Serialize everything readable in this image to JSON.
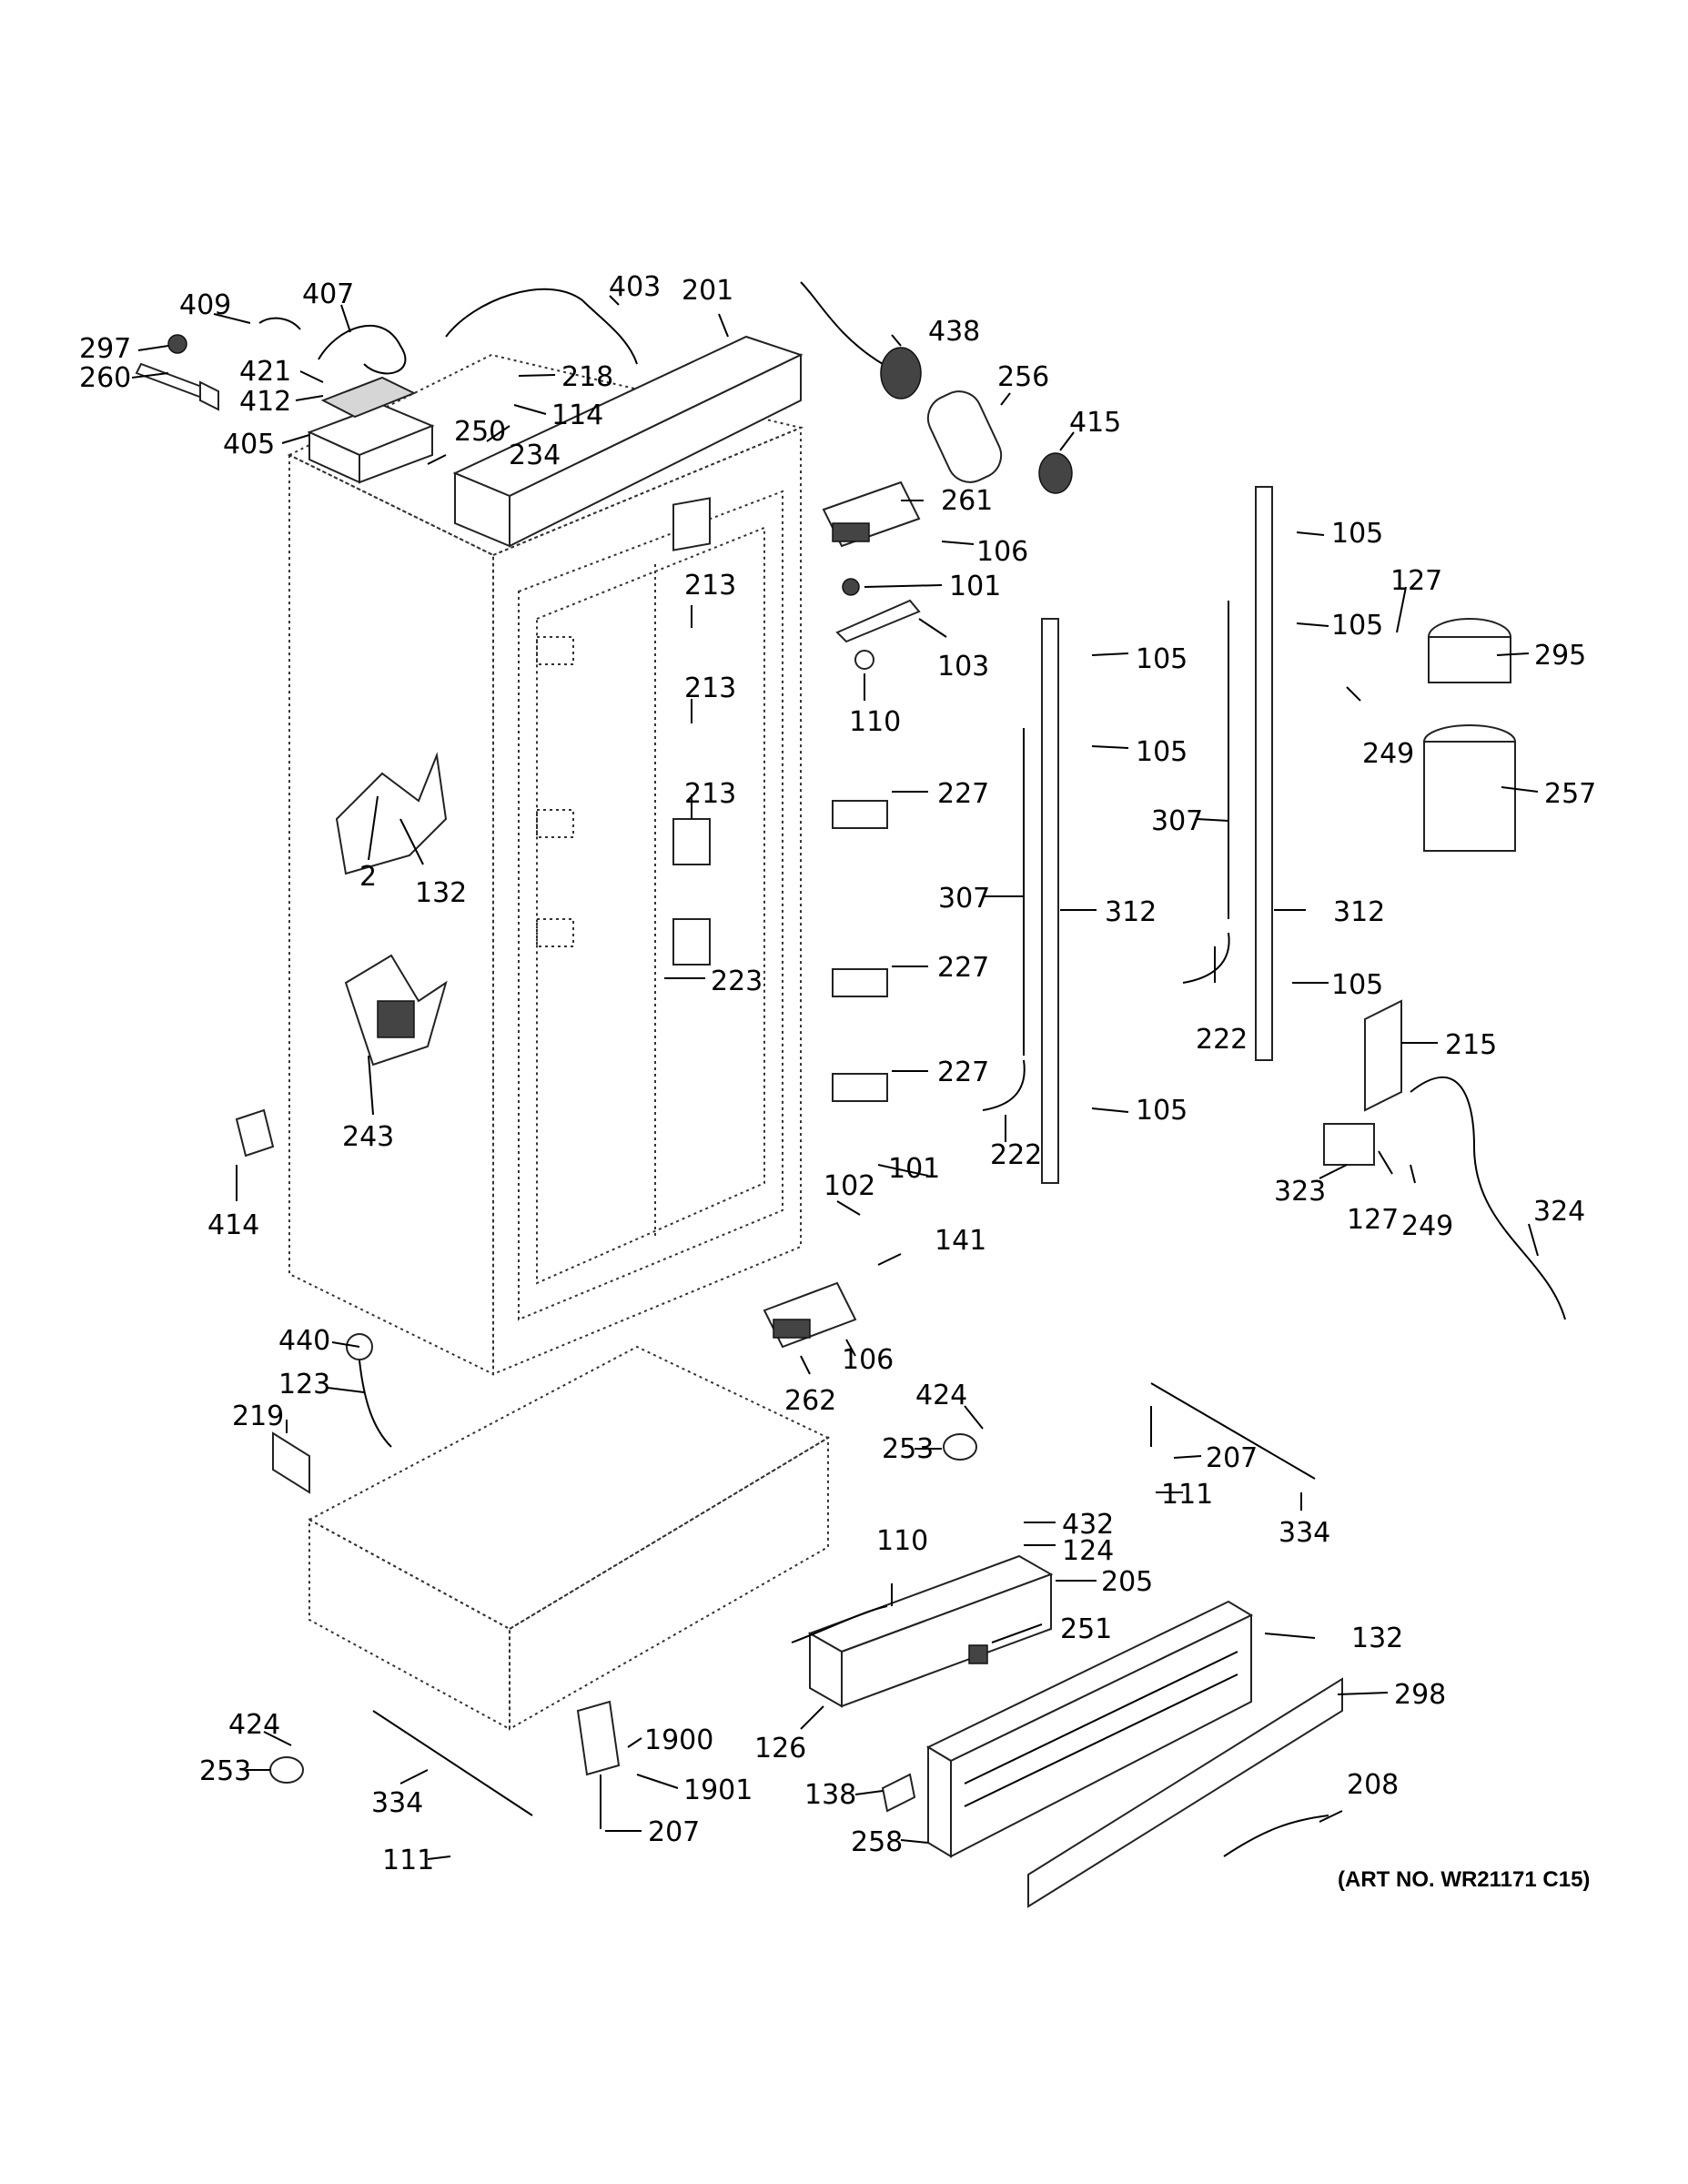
{
  "diagram": {
    "art_number": "(ART NO. WR21171 C15)",
    "callouts": [
      {
        "id": "409",
        "label": "409"
      },
      {
        "id": "407",
        "label": "407"
      },
      {
        "id": "403",
        "label": "403"
      },
      {
        "id": "201",
        "label": "201"
      },
      {
        "id": "297",
        "label": "297"
      },
      {
        "id": "260",
        "label": "260"
      },
      {
        "id": "421",
        "label": "421"
      },
      {
        "id": "412",
        "label": "412"
      },
      {
        "id": "405",
        "label": "405"
      },
      {
        "id": "218",
        "label": "218"
      },
      {
        "id": "114",
        "label": "114"
      },
      {
        "id": "250",
        "label": "250"
      },
      {
        "id": "234",
        "label": "234"
      },
      {
        "id": "438",
        "label": "438"
      },
      {
        "id": "256",
        "label": "256"
      },
      {
        "id": "415",
        "label": "415"
      },
      {
        "id": "261",
        "label": "261"
      },
      {
        "id": "106a",
        "label": "106"
      },
      {
        "id": "101a",
        "label": "101"
      },
      {
        "id": "103",
        "label": "103"
      },
      {
        "id": "110a",
        "label": "110"
      },
      {
        "id": "105a",
        "label": "105"
      },
      {
        "id": "127a",
        "label": "127"
      },
      {
        "id": "105b",
        "label": "105"
      },
      {
        "id": "295",
        "label": "295"
      },
      {
        "id": "105c",
        "label": "105"
      },
      {
        "id": "249a",
        "label": "249"
      },
      {
        "id": "105d",
        "label": "105"
      },
      {
        "id": "257",
        "label": "257"
      },
      {
        "id": "213a",
        "label": "213"
      },
      {
        "id": "213b",
        "label": "213"
      },
      {
        "id": "213c",
        "label": "213"
      },
      {
        "id": "227a",
        "label": "227"
      },
      {
        "id": "227b",
        "label": "227"
      },
      {
        "id": "227c",
        "label": "227"
      },
      {
        "id": "307a",
        "label": "307"
      },
      {
        "id": "307b",
        "label": "307"
      },
      {
        "id": "312a",
        "label": "312"
      },
      {
        "id": "312b",
        "label": "312"
      },
      {
        "id": "105e",
        "label": "105"
      },
      {
        "id": "2",
        "label": "2"
      },
      {
        "id": "132a",
        "label": "132"
      },
      {
        "id": "223",
        "label": "223"
      },
      {
        "id": "222a",
        "label": "222"
      },
      {
        "id": "215",
        "label": "215"
      },
      {
        "id": "105f",
        "label": "105"
      },
      {
        "id": "222b",
        "label": "222"
      },
      {
        "id": "243",
        "label": "243"
      },
      {
        "id": "414",
        "label": "414"
      },
      {
        "id": "102",
        "label": "102"
      },
      {
        "id": "101b",
        "label": "101"
      },
      {
        "id": "141",
        "label": "141"
      },
      {
        "id": "323",
        "label": "323"
      },
      {
        "id": "127b",
        "label": "127"
      },
      {
        "id": "249b",
        "label": "249"
      },
      {
        "id": "324",
        "label": "324"
      },
      {
        "id": "106b",
        "label": "106"
      },
      {
        "id": "262",
        "label": "262"
      },
      {
        "id": "440",
        "label": "440"
      },
      {
        "id": "123",
        "label": "123"
      },
      {
        "id": "219",
        "label": "219"
      },
      {
        "id": "424a",
        "label": "424"
      },
      {
        "id": "253a",
        "label": "253"
      },
      {
        "id": "207a",
        "label": "207"
      },
      {
        "id": "111a",
        "label": "111"
      },
      {
        "id": "334a",
        "label": "334"
      },
      {
        "id": "432",
        "label": "432"
      },
      {
        "id": "124",
        "label": "124"
      },
      {
        "id": "110b",
        "label": "110"
      },
      {
        "id": "205",
        "label": "205"
      },
      {
        "id": "251",
        "label": "251"
      },
      {
        "id": "132b",
        "label": "132"
      },
      {
        "id": "298",
        "label": "298"
      },
      {
        "id": "126",
        "label": "126"
      },
      {
        "id": "424b",
        "label": "424"
      },
      {
        "id": "253b",
        "label": "253"
      },
      {
        "id": "1900",
        "label": "1900"
      },
      {
        "id": "1901",
        "label": "1901"
      },
      {
        "id": "334b",
        "label": "334"
      },
      {
        "id": "207b",
        "label": "207"
      },
      {
        "id": "111b",
        "label": "111"
      },
      {
        "id": "138",
        "label": "138"
      },
      {
        "id": "208",
        "label": "208"
      },
      {
        "id": "258",
        "label": "258"
      }
    ]
  }
}
